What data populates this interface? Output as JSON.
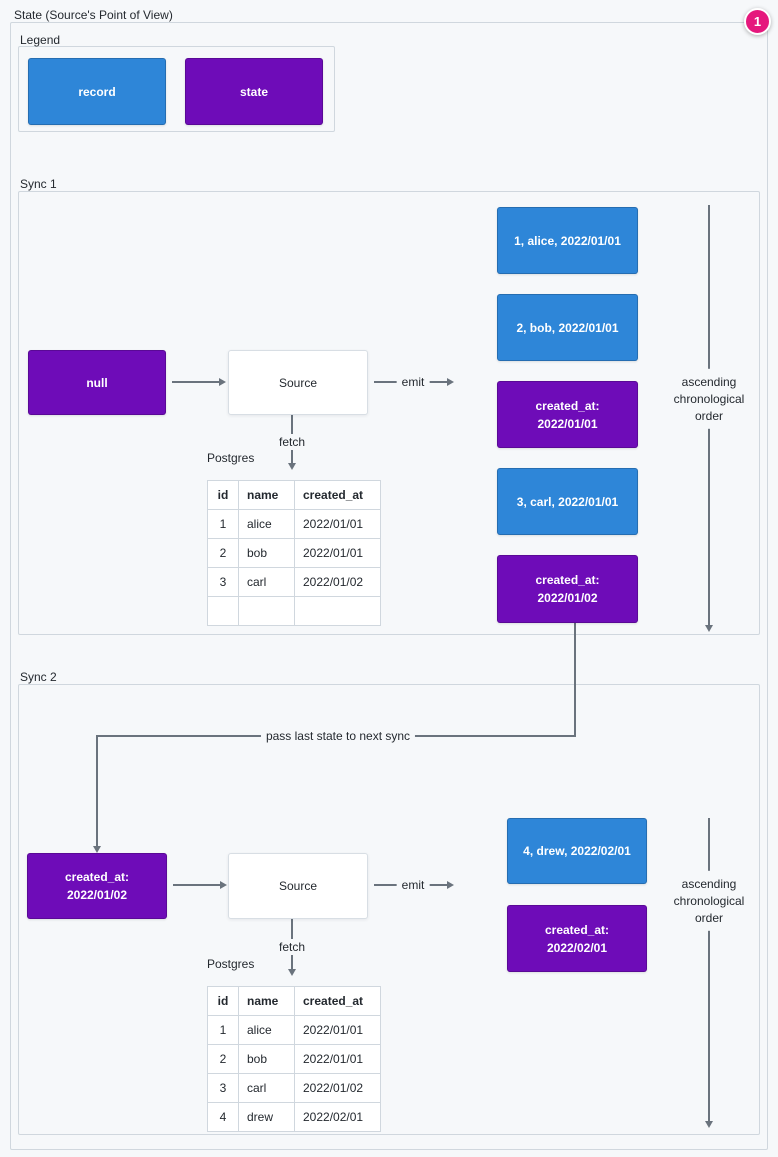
{
  "page": {
    "title": "State (Source's Point of View)",
    "annotation_badge": "1"
  },
  "colors": {
    "record": "#2e86d8",
    "state": "#6e0cb8",
    "arrow": "#6a737d",
    "bg": "#f6f8fa",
    "border": "#d0d7de",
    "text": "#24292f",
    "badge": "#e5187d"
  },
  "legend": {
    "label": "Legend",
    "items": [
      {
        "type": "record",
        "label": "record"
      },
      {
        "type": "state",
        "label": "state"
      }
    ]
  },
  "pass_state_label": "pass last state to next sync",
  "syncs": [
    {
      "label": "Sync 1",
      "input_state": "null",
      "source_label": "Source",
      "emit_label": "emit",
      "fetch_label": "fetch",
      "db_label": "Postgres",
      "order_label": "ascending chronological order",
      "table": {
        "headers": [
          "id",
          "name",
          "created_at"
        ],
        "rows": [
          [
            "1",
            "alice",
            "2022/01/01"
          ],
          [
            "2",
            "bob",
            "2022/01/01"
          ],
          [
            "3",
            "carl",
            "2022/01/02"
          ],
          [
            "",
            "",
            ""
          ]
        ]
      },
      "emitted": [
        {
          "type": "record",
          "label": "1, alice, 2022/01/01"
        },
        {
          "type": "record",
          "label": "2, bob, 2022/01/01"
        },
        {
          "type": "state",
          "label": "created_at: 2022/01/01"
        },
        {
          "type": "record",
          "label": "3, carl, 2022/01/01"
        },
        {
          "type": "state",
          "label": "created_at: 2022/01/02"
        }
      ]
    },
    {
      "label": "Sync 2",
      "input_state": "created_at: 2022/01/02",
      "source_label": "Source",
      "emit_label": "emit",
      "fetch_label": "fetch",
      "db_label": "Postgres",
      "order_label": "ascending chronological order",
      "table": {
        "headers": [
          "id",
          "name",
          "created_at"
        ],
        "rows": [
          [
            "1",
            "alice",
            "2022/01/01"
          ],
          [
            "2",
            "bob",
            "2022/01/01"
          ],
          [
            "3",
            "carl",
            "2022/01/02"
          ],
          [
            "4",
            "drew",
            "2022/02/01"
          ]
        ]
      },
      "emitted": [
        {
          "type": "record",
          "label": "4, drew, 2022/02/01"
        },
        {
          "type": "state",
          "label": "created_at: 2022/02/01"
        }
      ]
    }
  ]
}
